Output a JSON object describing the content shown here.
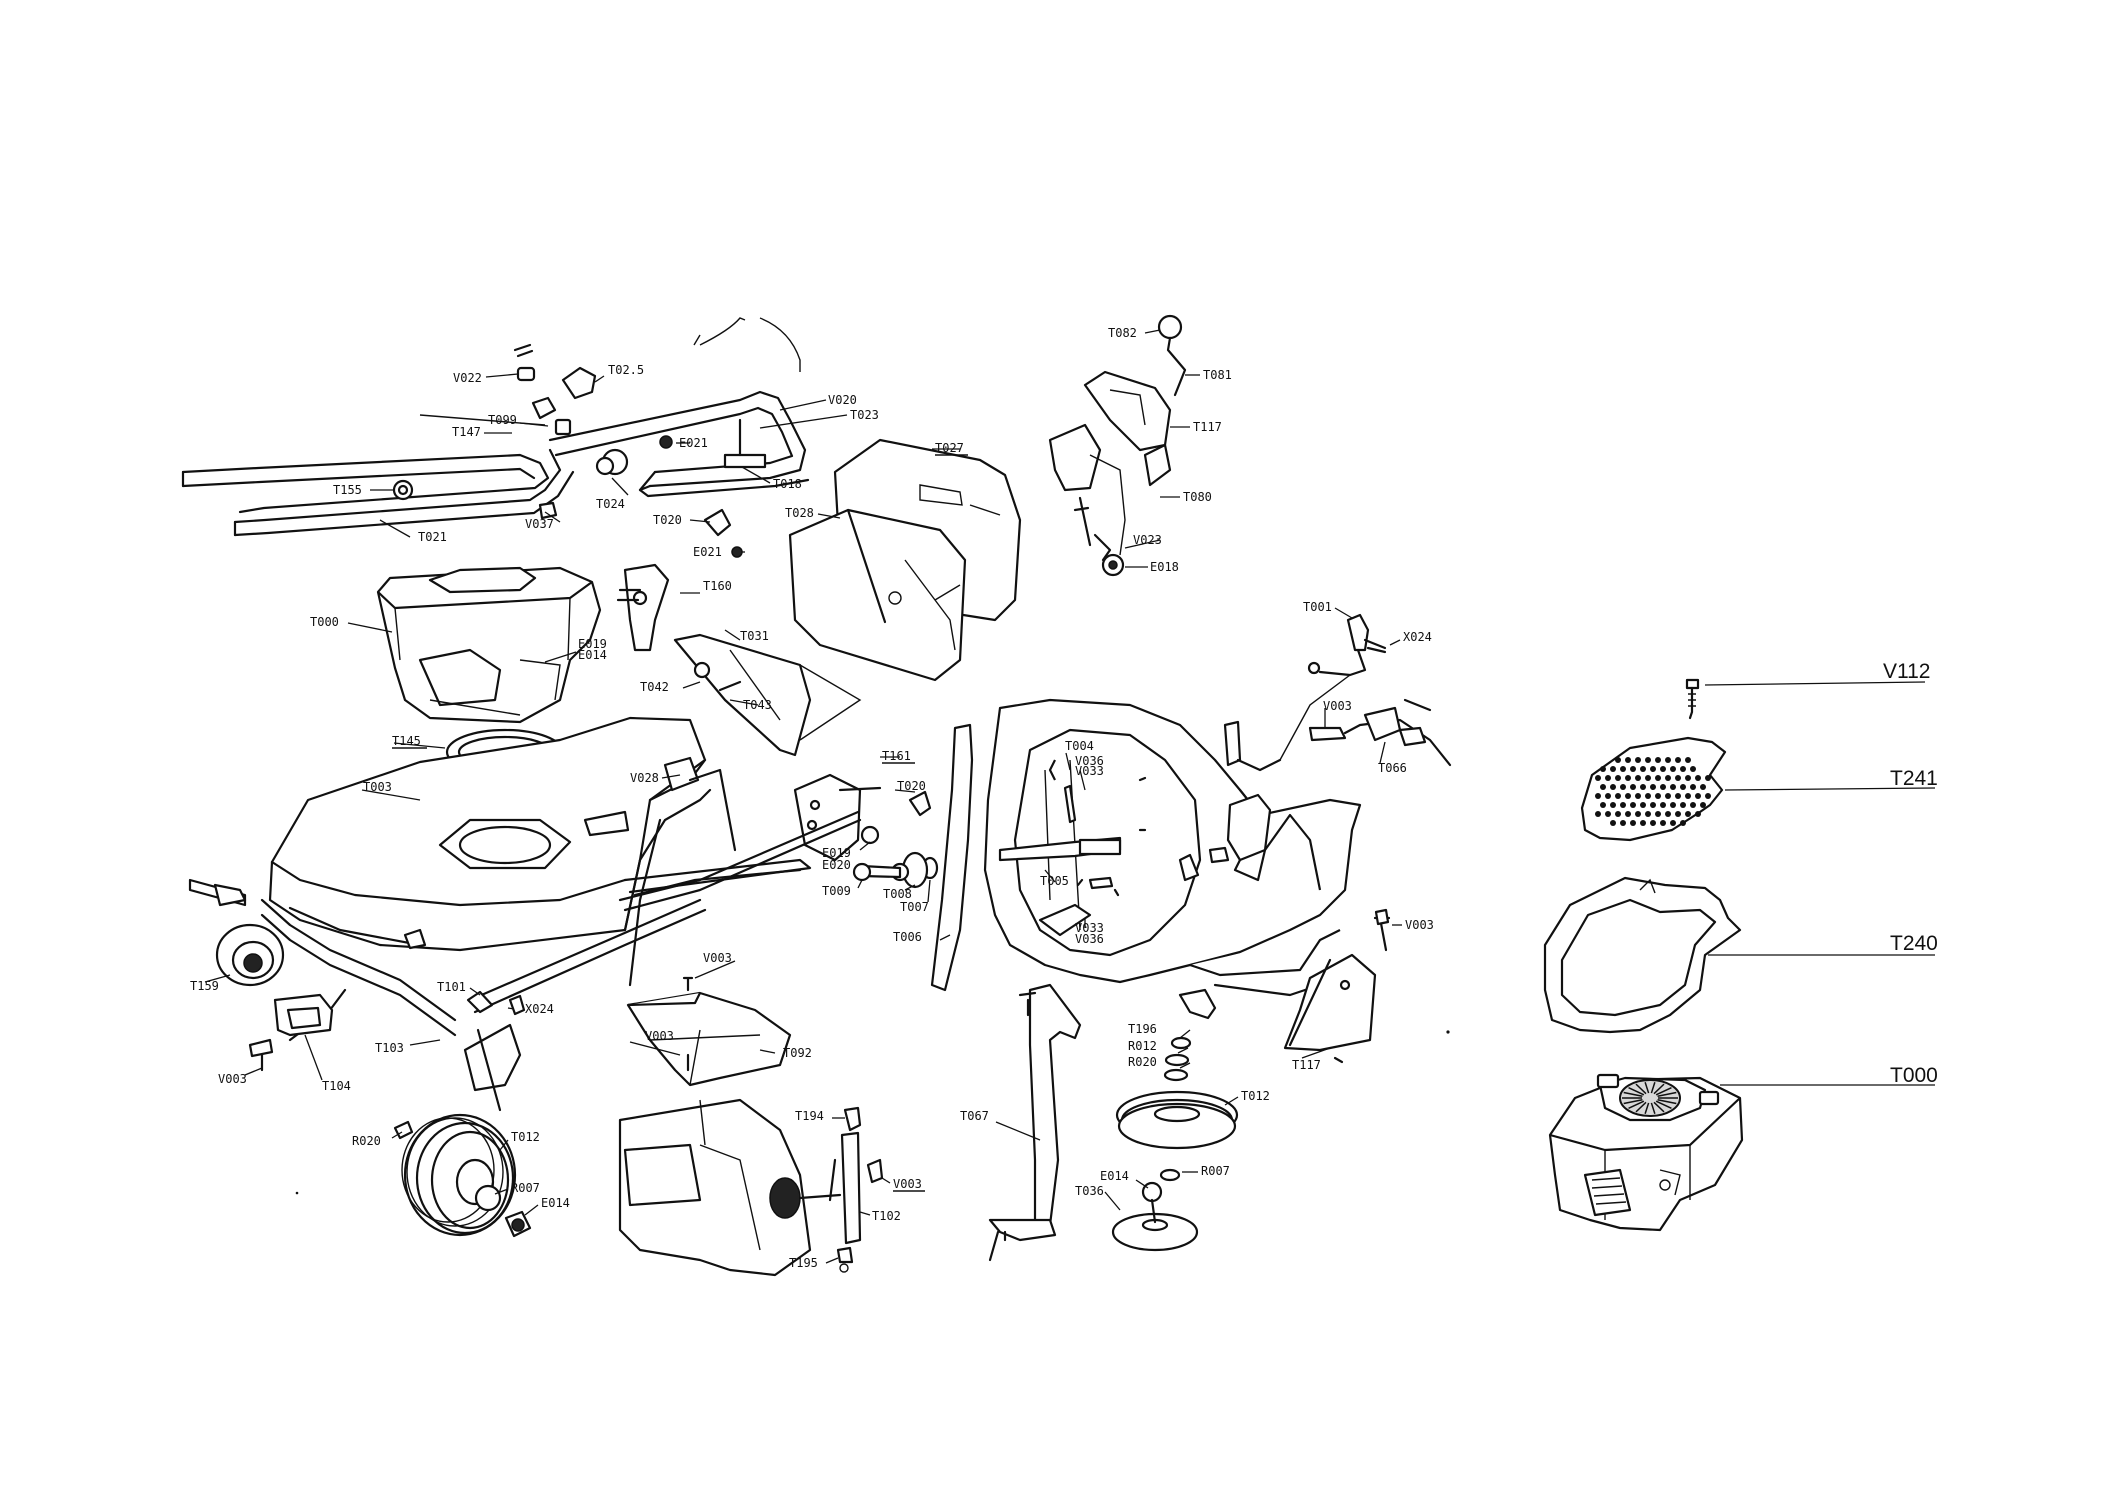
{
  "labels": {
    "v022": "V022",
    "t025": "T02.5",
    "v020": "V020",
    "t023": "T023",
    "t099": "T099",
    "t147a": "T147",
    "e021a": "E021",
    "t018": "T018",
    "t155": "T155",
    "t024": "T024",
    "t020a": "T020",
    "v037": "V037",
    "t021": "T021",
    "e021b": "E021",
    "t027": "T027",
    "t028": "T028",
    "t082": "T082",
    "t081": "T081",
    "t117a": "T117",
    "t080": "T080",
    "v023": "V023",
    "e018": "E018",
    "t160": "T160",
    "t000a": "T000",
    "e019a": "E019",
    "e014a": "E014",
    "t031": "T031",
    "t042": "T042",
    "t043": "T043",
    "t145": "T145",
    "t003": "T003",
    "v028": "V028",
    "t161": "T161",
    "t020b": "T020",
    "e019b": "E019",
    "e020a": "E020",
    "t009": "T009",
    "t008": "T008",
    "t007": "T007",
    "t006": "T006",
    "t004": "T004",
    "v036a": "V036",
    "v033a": "V033",
    "t005": "T005",
    "v033b": "V033",
    "v036b": "V036",
    "t001": "T001",
    "x024a": "X024",
    "v003a": "V003",
    "t066": "T066",
    "v003b": "V003",
    "t159": "T159",
    "t101": "T101",
    "x024b": "X024",
    "t103": "T103",
    "v003c": "V003",
    "t104": "T104",
    "v003d": "V003",
    "v003e": "V003",
    "t092": "T092",
    "t196": "T196",
    "r012": "R012",
    "r020a": "R020",
    "t012a": "T012",
    "t117b": "T117",
    "t194": "T194",
    "v003f": "V003",
    "t102": "T102",
    "t195": "T195",
    "t067": "T067",
    "r020b": "R020",
    "t012b": "T012",
    "r007a": "R007",
    "e014b": "E014",
    "e014c": "E014",
    "r007b": "R007",
    "t036": "T036",
    "v112": "V112",
    "t241": "T241",
    "t240": "T240",
    "t000b": "T000"
  }
}
